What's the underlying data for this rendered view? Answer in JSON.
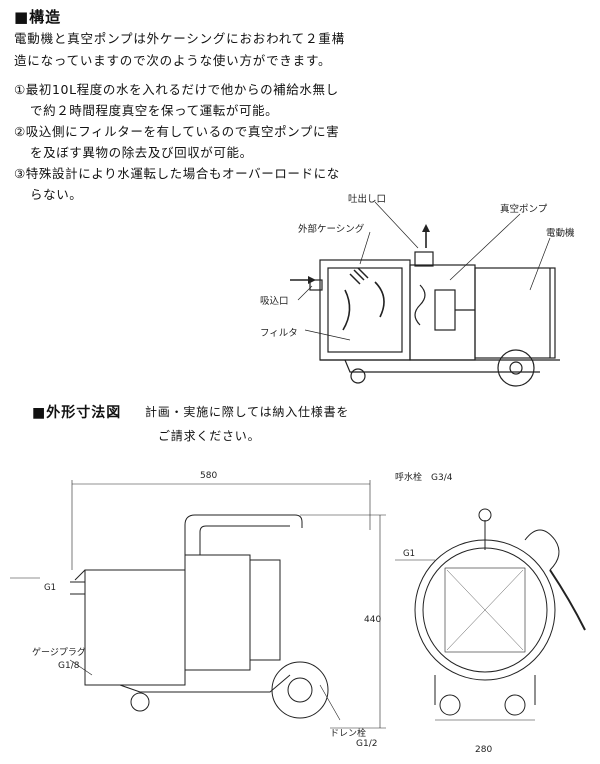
{
  "structure": {
    "heading": "■構造",
    "intro_line1": "電動機と真空ポンプは外ケーシングにおおわれて２重構",
    "intro_line2": "造になっていますので次のような使い方ができます。",
    "items": [
      {
        "line1": "①最初10L程度の水を入れるだけで他からの補給水無し",
        "line2": "で約２時間程度真空を保って運転が可能。"
      },
      {
        "line1": "②吸込側にフィルターを有しているので真空ポンプに害",
        "line2": "を及ぼす異物の除去及び回収が可能。"
      },
      {
        "line1": "③特殊設計により水運転した場合もオーバーロードにな",
        "line2": "らない。"
      }
    ]
  },
  "diagram_labels": {
    "discharge": "吐出し口",
    "vacuum_pump": "真空ポンプ",
    "outer_casing": "外部ケーシング",
    "motor": "電動機",
    "intake": "吸込口",
    "filter": "フィルタ"
  },
  "dimensions": {
    "heading": "■外形寸法図",
    "note_line1": "計画・実施に際しては納入仕様書を",
    "note_line2": "ご請求ください。",
    "width_580": "580",
    "height_440": "440",
    "width_280": "280",
    "g1_left": "G1",
    "g1_right": "G1",
    "gauge_plug": "ゲージプラグ",
    "gauge_plug_size": "G1/8",
    "drain_plug": "ドレン栓",
    "drain_plug_size": "G1/2",
    "priming_plug": "呼水栓",
    "priming_plug_size": "G3/4"
  }
}
